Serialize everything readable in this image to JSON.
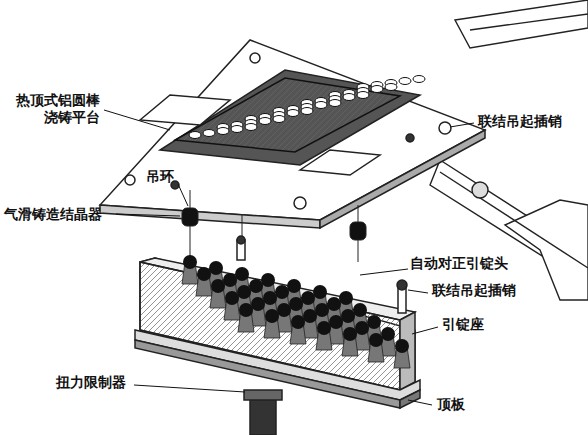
{
  "diagram": {
    "labels": [
      "热顶式铝圆棒 浇铸平台",
      "联结吊起插销",
      "吊环",
      "气滑铸造结晶器",
      "自动对正引锭头",
      "联结吊起插销",
      "引锭座",
      "扭力限制器",
      "顶板"
    ]
  }
}
